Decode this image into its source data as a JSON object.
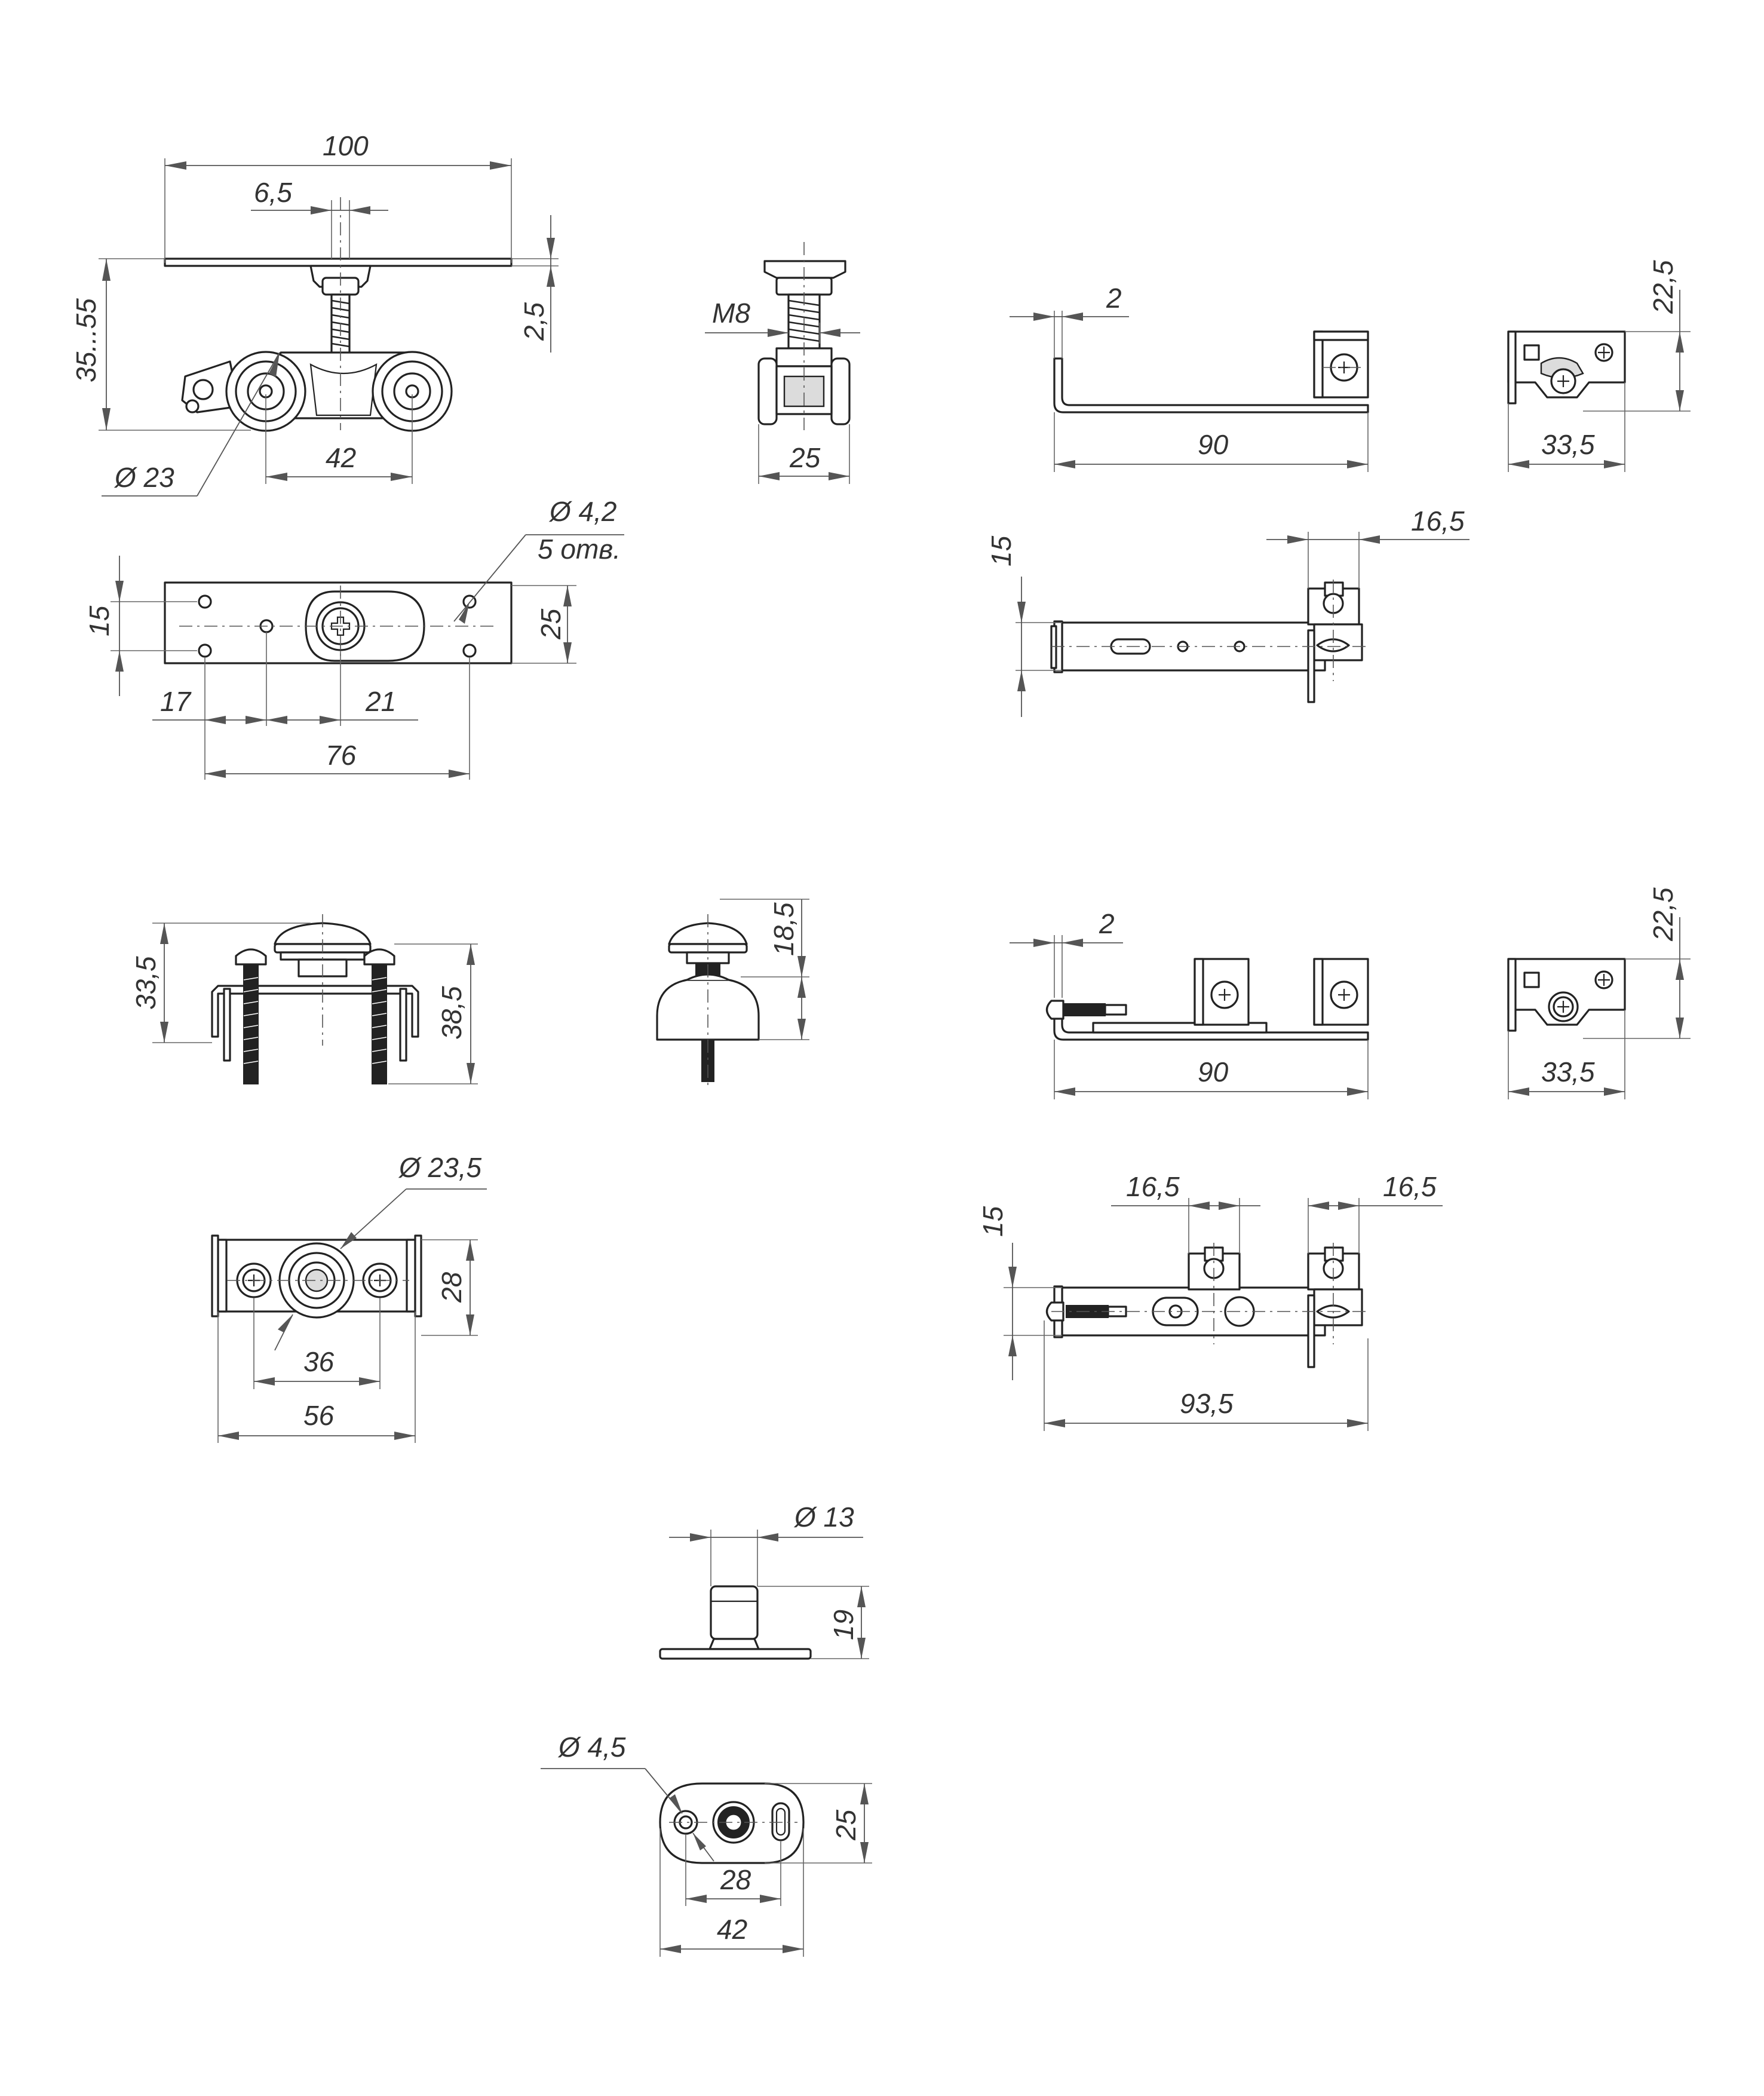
{
  "dims": {
    "d100": "100",
    "d6_5": "6,5",
    "d35_55": "35...55",
    "d2_5": "2,5",
    "d_phi23": "Ø 23",
    "d42_top": "42",
    "dM8": "M8",
    "d25_side": "25",
    "d2_a": "2",
    "d90_a": "90",
    "d22_5_a": "22,5",
    "d33_5_a": "33,5",
    "d_phi4_2": "Ø 4,2",
    "d5holes": "5 отв.",
    "d15_plate": "15",
    "d25_plate": "25",
    "d17": "17",
    "d21": "21",
    "d76": "76",
    "d15_b": "15",
    "d16_5_a": "16,5",
    "d33_5_guide": "33,5",
    "d38_5": "38,5",
    "d18_5": "18,5",
    "d2_b": "2",
    "d90_b": "90",
    "d22_5_b": "22,5",
    "d33_5_b": "33,5",
    "d_phi23_5": "Ø 23,5",
    "d28_guide": "28",
    "d36": "36",
    "d56": "56",
    "d16_5_b": "16,5",
    "d16_5_c": "16,5",
    "d15_c": "15",
    "d93_5": "93,5",
    "d_phi13": "Ø 13",
    "d19": "19",
    "d_phi4_5": "Ø 4,5",
    "d25_stop": "25",
    "d28_stop": "28",
    "d42_stop": "42"
  }
}
